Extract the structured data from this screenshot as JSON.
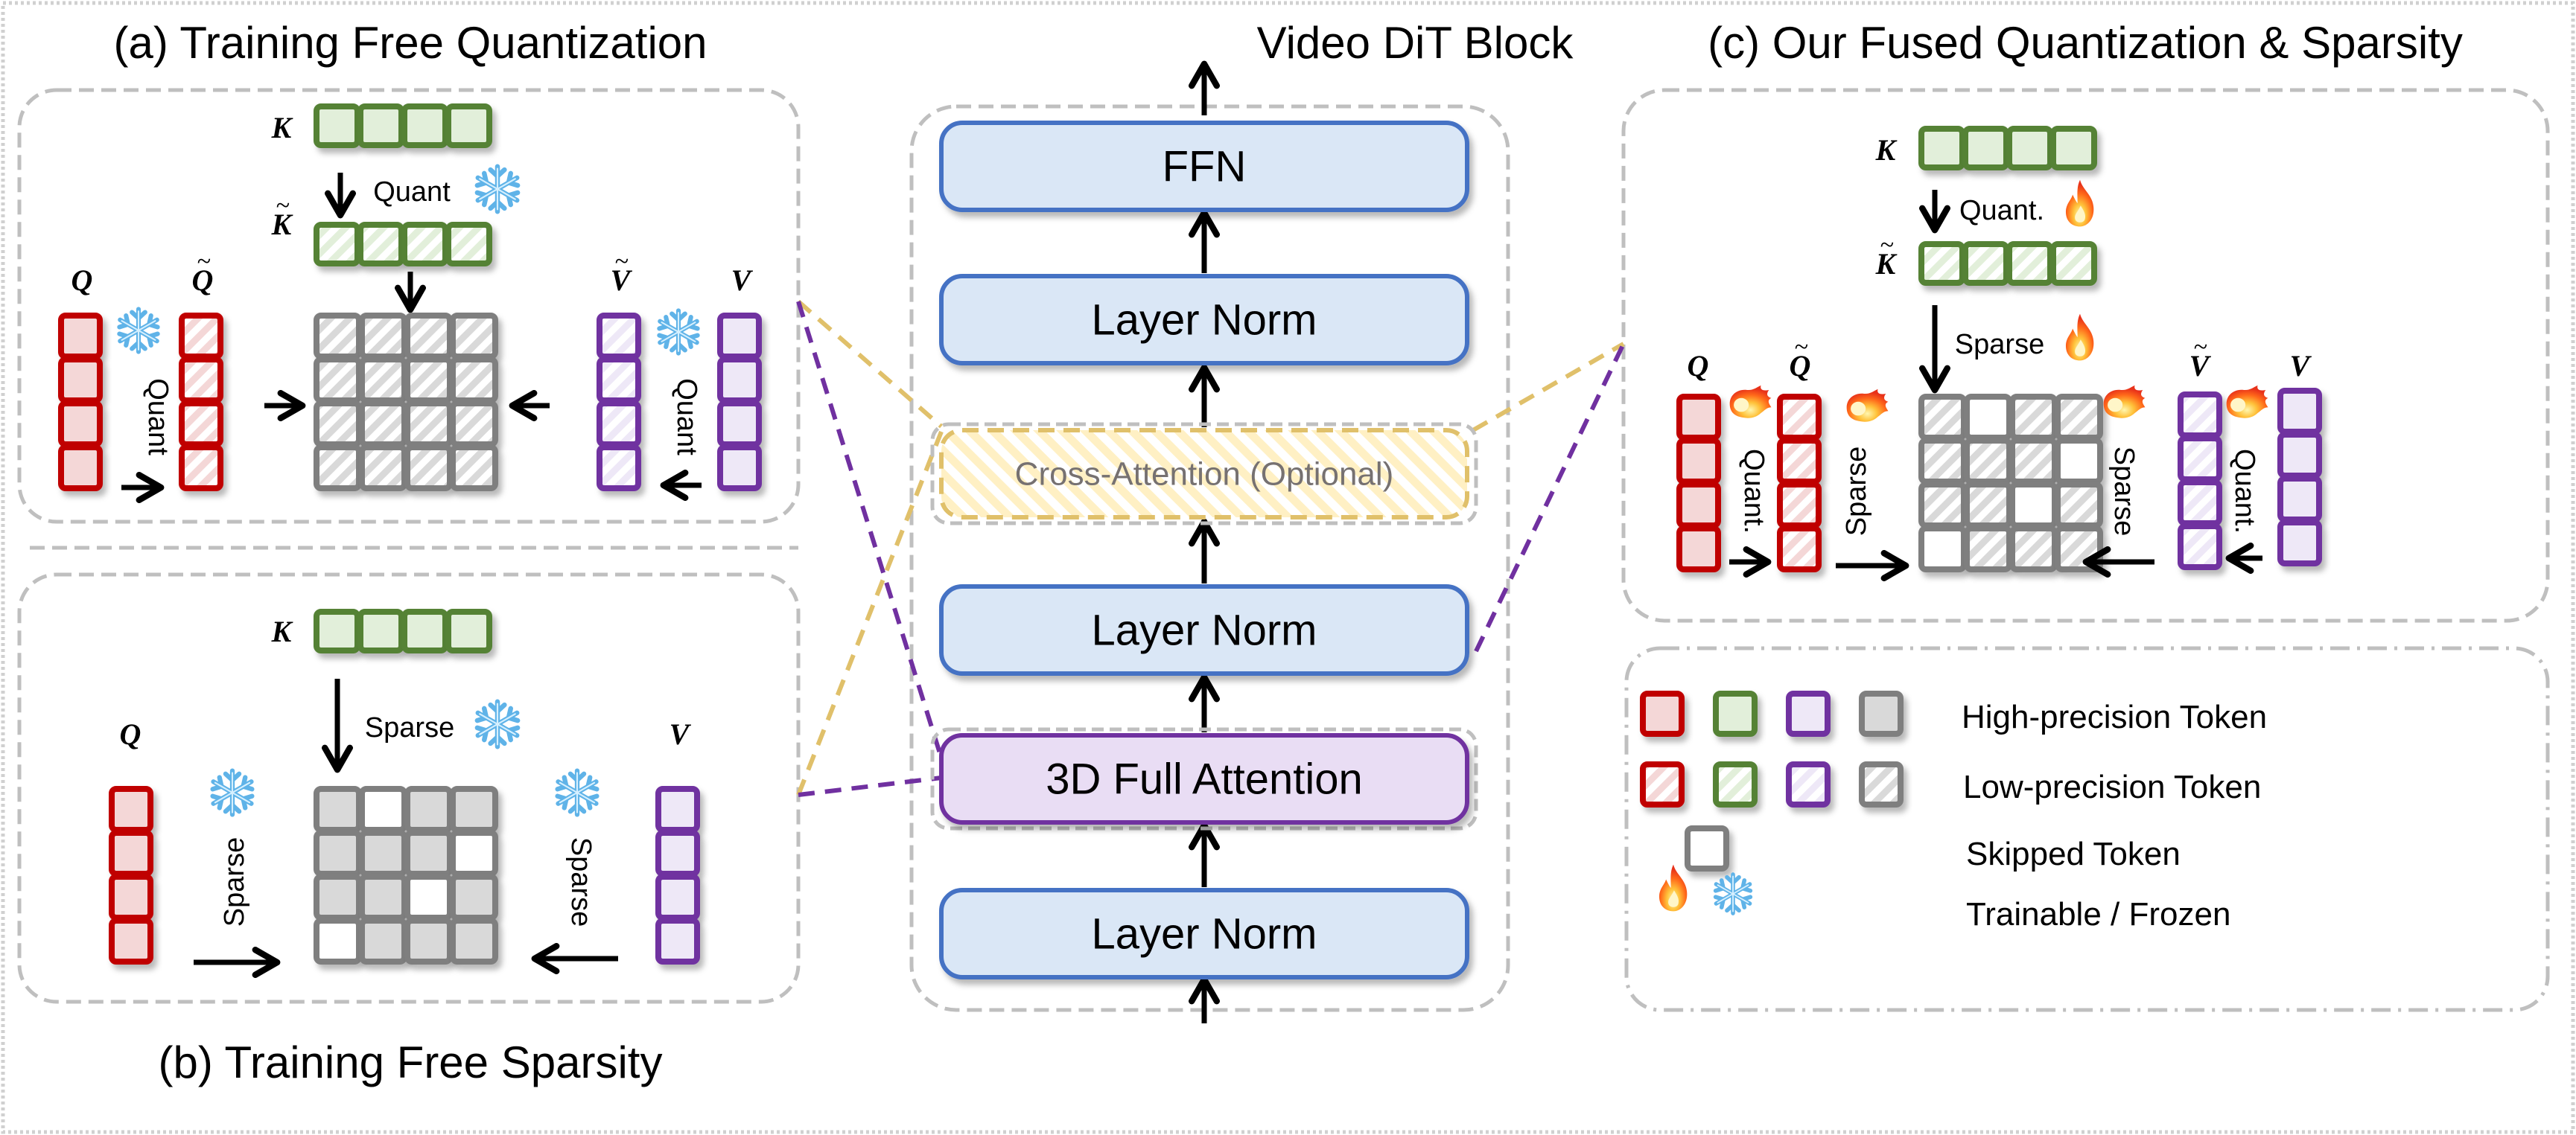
{
  "titles": {
    "a": "(a) Training Free Quantization",
    "b": "(b) Training Free Sparsity",
    "c": "(c) Our Fused Quantization & Sparsity",
    "center": "Video DiT Block"
  },
  "symbols": {
    "q": "Q",
    "k": "K",
    "v": "V",
    "tilde": "~"
  },
  "dit_block": {
    "layers_top_to_bottom": [
      {
        "id": "ffn",
        "label": "FFN",
        "style": "standard"
      },
      {
        "id": "layer-norm-1",
        "label": "Layer Norm",
        "style": "standard"
      },
      {
        "id": "cross-attention",
        "label": "Cross-Attention (Optional)",
        "style": "optional"
      },
      {
        "id": "layer-norm-2",
        "label": "Layer Norm",
        "style": "standard"
      },
      {
        "id": "full-attention",
        "label": "3D Full Attention",
        "style": "attention"
      },
      {
        "id": "layer-norm-3",
        "label": "Layer Norm",
        "style": "standard"
      }
    ]
  },
  "panel_a": {
    "k_op": "Quant",
    "q_op": "Quant",
    "v_op": "Quant",
    "k_state": "frozen",
    "q_state": "frozen",
    "v_state": "frozen",
    "matrix_skipped": [
      [
        0,
        0,
        0,
        0
      ],
      [
        0,
        0,
        0,
        0
      ],
      [
        0,
        0,
        0,
        0
      ],
      [
        0,
        0,
        0,
        0
      ]
    ],
    "matrix_precision": "low"
  },
  "panel_b": {
    "k_op": "Sparse",
    "q_op": "Sparse",
    "v_op": "Sparse",
    "k_state": "frozen",
    "q_state": "frozen",
    "v_state": "frozen",
    "matrix_skipped": [
      [
        0,
        1,
        0,
        0
      ],
      [
        0,
        0,
        0,
        1
      ],
      [
        0,
        0,
        1,
        0
      ],
      [
        1,
        0,
        0,
        0
      ]
    ],
    "matrix_precision": "high"
  },
  "panel_c": {
    "k_quant_op": "Quant.",
    "k_sparse_op": "Sparse",
    "q_quant_op": "Quant.",
    "q_sparse_op": "Sparse",
    "v_quant_op": "Quant.",
    "v_sparse_op": "Sparse",
    "state": "trainable",
    "matrix_skipped": [
      [
        0,
        1,
        0,
        0
      ],
      [
        0,
        0,
        0,
        1
      ],
      [
        0,
        0,
        1,
        0
      ],
      [
        1,
        0,
        0,
        0
      ]
    ],
    "matrix_precision": "low"
  },
  "legend": {
    "high_precision": "High-precision Token",
    "low_precision": "Low-precision Token",
    "skipped": "Skipped Token",
    "trainable_frozen": "Trainable / Frozen"
  },
  "colors": {
    "q_border": "#C00000",
    "q_fill": "#F4D7D7",
    "k_border": "#548235",
    "k_fill": "#E2EFDA",
    "v_border": "#7030A0",
    "v_fill": "#EEE8F7",
    "attn_border": "#7F7F7F",
    "attn_fill": "#D9D9D9",
    "block_border": "#4472C4",
    "block_fill": "#DAE7F6",
    "attention_block_border": "#7030A0",
    "attention_block_fill": "#E9DDF4",
    "optional_border": "#E0C06A",
    "optional_stripe": "#FFF0C4",
    "optional_text": "#767171",
    "connector_yellow": "#E0C06A",
    "connector_purple": "#7030A0",
    "panel_border": "#BFBFBF"
  },
  "icons": {
    "trainable": "fire-icon",
    "frozen": "snowflake-icon"
  }
}
